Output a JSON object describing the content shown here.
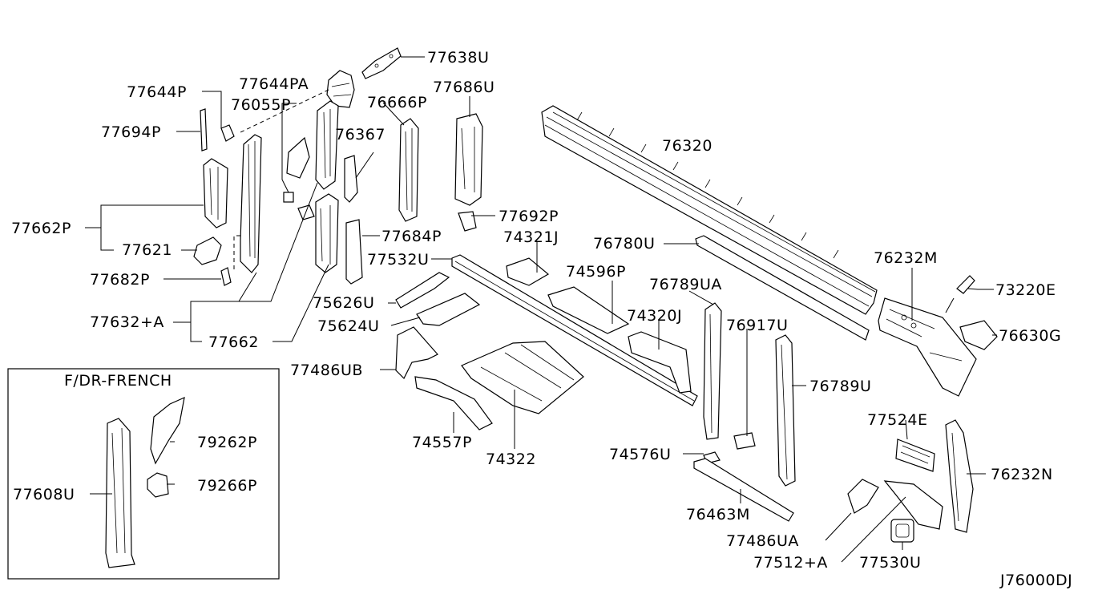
{
  "labels": {
    "p77638U": "77638U",
    "p77644P": "77644P",
    "p77644PA": "77644PA",
    "p76055P": "76055P",
    "p76666P": "76666P",
    "p77686U": "77686U",
    "p77694P": "77694P",
    "p76367": "76367",
    "p76320": "76320",
    "p77662P": "77662P",
    "p77692P": "77692P",
    "p77684P": "77684P",
    "p77621": "77621",
    "p74321J": "74321J",
    "p76780U": "76780U",
    "p77532U": "77532U",
    "p76232M": "76232M",
    "p77682P": "77682P",
    "p74596P": "74596P",
    "p73220E": "73220E",
    "p76789UA": "76789UA",
    "p75626U": "75626U",
    "p77632A": "77632+A",
    "p74320J": "74320J",
    "p76917U": "76917U",
    "p75624U": "75624U",
    "p76630G": "76630G",
    "p77662": "77662",
    "p77486UB": "77486UB",
    "p76789U": "76789U",
    "p77524E": "77524E",
    "p79262P": "79262P",
    "p74557P": "74557P",
    "p74576U": "74576U",
    "p74322": "74322",
    "p76232N": "76232N",
    "p77608U": "77608U",
    "p79266P": "79266P",
    "p76463M": "76463M",
    "p77486UA": "77486UA",
    "p77512A": "77512+A",
    "p77530U": "77530U"
  },
  "inset": {
    "title": "F/DR-FRENCH"
  },
  "diagram_code": "J76000DJ"
}
